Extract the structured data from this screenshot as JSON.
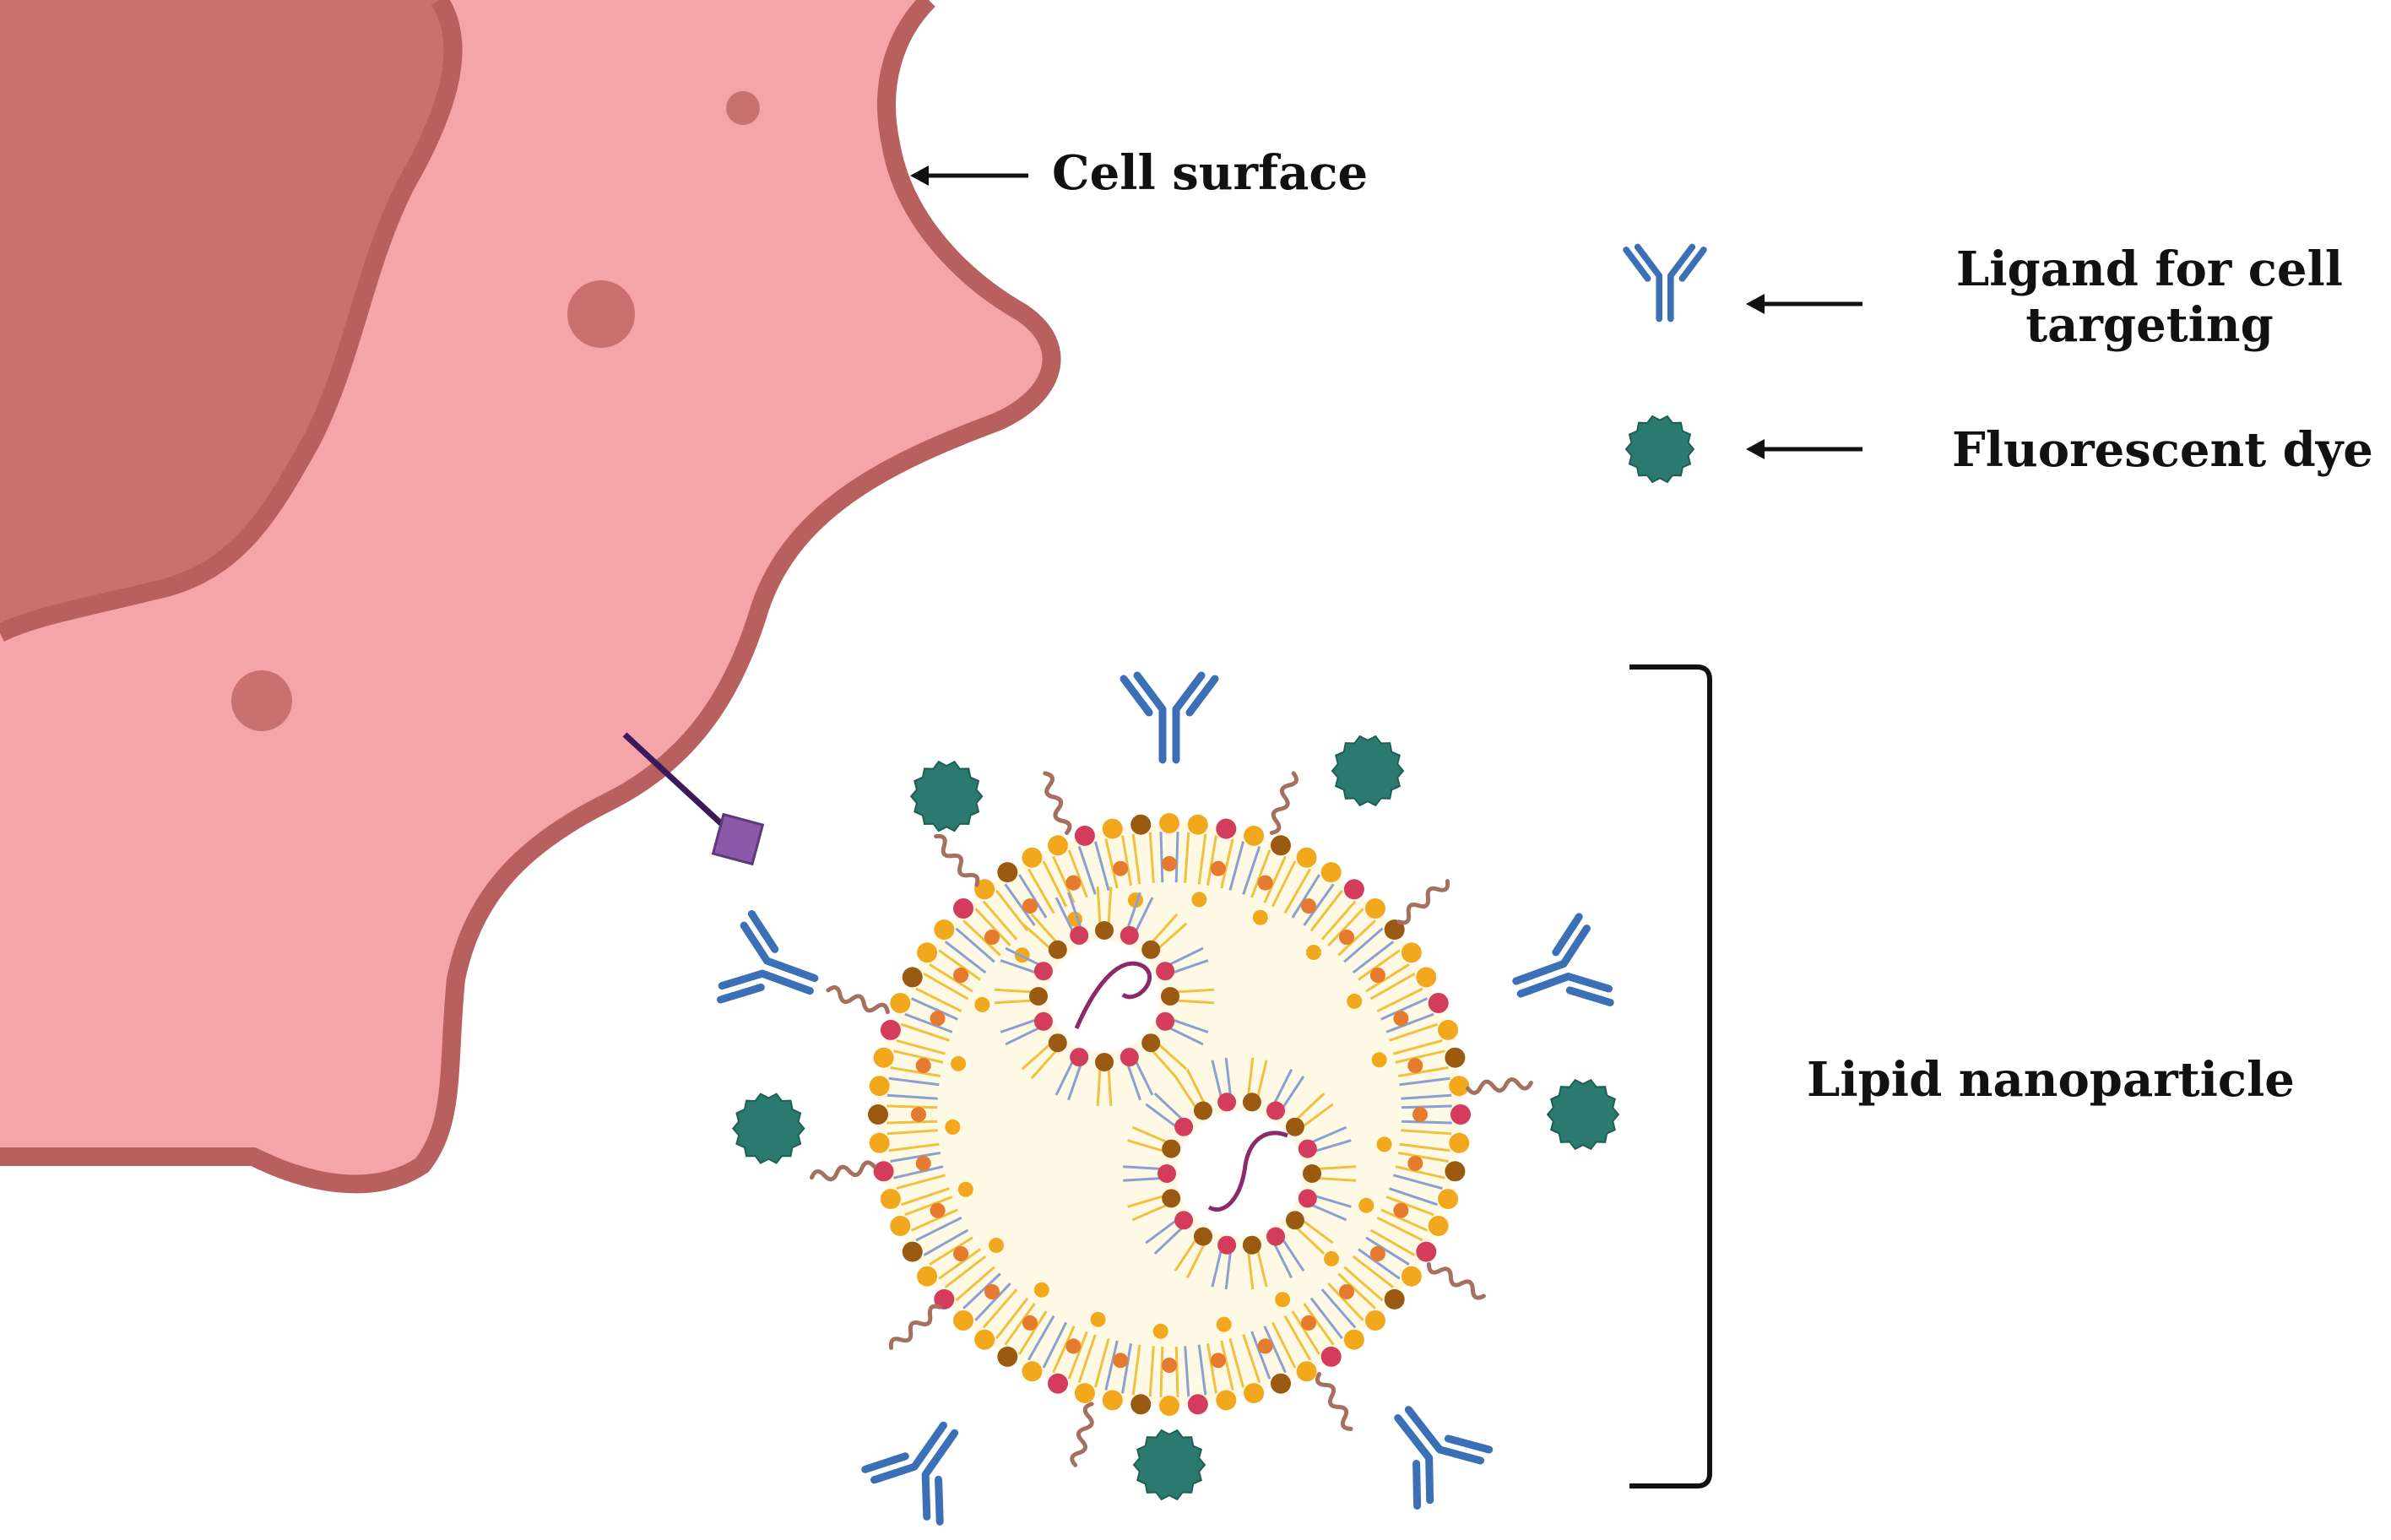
{
  "labels": {
    "cell_surface": "Cell surface",
    "ligand_line1": "Ligand for cell",
    "ligand_line2": "targeting",
    "dye": "Fluorescent dye",
    "lnp": "Lipid nanoparticle"
  },
  "colors": {
    "cell_dark": "#c97070",
    "cell_light": "#f5a5a8",
    "cell_edge": "#b86060",
    "ligand": "#3b6fb6",
    "dye": "#2b7a6f",
    "dye_edge": "#1f5e55",
    "lipid_head_red": "#d43c5c",
    "lipid_head_orange": "#f2a81d",
    "lipid_head_brown": "#9a5a12",
    "cholesterol": "#e67a2e",
    "tail_yellow": "#f0c040",
    "tail_blue": "#8aa0d0",
    "peg": "#a67060",
    "core_fill": "#fdf9e4",
    "rna": "#8a2a6a",
    "receptor": "#8a5aa8",
    "receptor_stem": "#3a1a5a"
  },
  "icons": {
    "ligand_legend": "antibody-icon",
    "dye_legend": "fluorescent-dye-icon",
    "arrow": "left-arrow-icon",
    "bracket": "right-bracket-icon",
    "receptor": "receptor-icon"
  }
}
